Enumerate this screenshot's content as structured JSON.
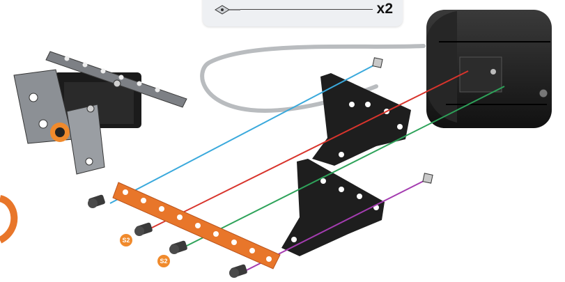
{
  "callout": {
    "quantity": "x2"
  },
  "badges": [
    {
      "label": "S2"
    },
    {
      "label": "S2"
    }
  ],
  "colors": {
    "guide_blue": "#3aa9dc",
    "guide_red": "#d8342c",
    "guide_green": "#2ea35a",
    "guide_purple": "#a43cb0",
    "strip_orange": "#e8762a",
    "badge_orange": "#f08a2c",
    "bracket_black": "#1e1e1e"
  }
}
